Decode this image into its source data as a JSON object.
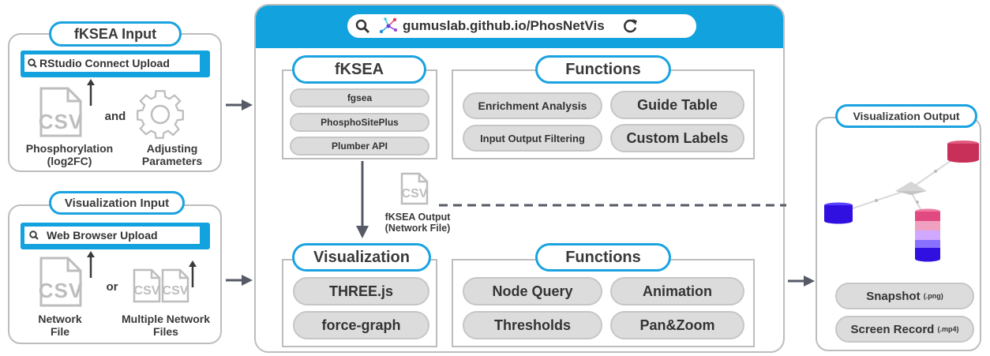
{
  "fksea_input": {
    "title": "fKSEA Input",
    "upload": "RStudio Connect Upload",
    "csv": "CSV",
    "connector": "and",
    "label_left": "Phosphorylation (log2FC)",
    "label_right": "Adjusting Parameters"
  },
  "vis_input": {
    "title": "Visualization Input",
    "upload": "Web Browser Upload",
    "csv": "CSV",
    "connector": "or",
    "label_left": "Network File",
    "label_right": "Multiple Network Files"
  },
  "browser": {
    "url": "gumuslab.github.io/PhosNetVis"
  },
  "fksea": {
    "title": "fKSEA",
    "items": [
      "fgsea",
      "PhosphoSitePlus",
      "Plumber API"
    ]
  },
  "functions_top": {
    "title": "Functions",
    "items": [
      "Enrichment Analysis",
      "Guide Table",
      "Input Output Filtering",
      "Custom Labels"
    ]
  },
  "fksea_output": {
    "csv": "CSV",
    "label": "fKSEA Output (Network File)"
  },
  "visualization": {
    "title": "Visualization",
    "items": [
      "THREE.js",
      "force-graph"
    ]
  },
  "functions_bottom": {
    "title": "Functions",
    "items": [
      "Node Query",
      "Animation",
      "Thresholds",
      "Pan&Zoom"
    ]
  },
  "vis_output": {
    "title": "Visualization Output",
    "snapshot": "Snapshot",
    "snapshot_ext": "(.png)",
    "record": "Screen Record",
    "record_ext": "(.mp4)"
  },
  "colors": {
    "accent_blue": "#12a2de",
    "panel_border": "#bdbdbd",
    "pill_fill": "#dcdcdc",
    "arrow": "#555a66",
    "node_red": "#c8305a",
    "node_blue": "#3010e0"
  }
}
